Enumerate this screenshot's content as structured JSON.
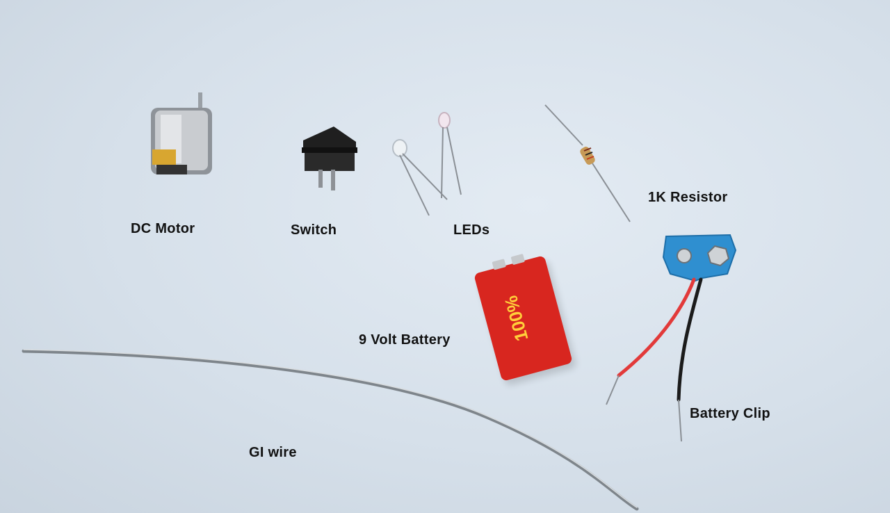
{
  "labels": {
    "dc_motor": "DC Motor",
    "switch": "Switch",
    "leds": "LEDs",
    "resistor": "1K Resistor",
    "battery": "9 Volt Battery",
    "battery_clip": "Battery Clip",
    "gi_wire": "GI wire"
  },
  "battery_print": "100%",
  "colors": {
    "background": "#d9e3ec",
    "battery_red": "#d8261f",
    "clip_blue": "#2f8fd0",
    "wire_red": "#e23a3a",
    "wire_black": "#1b1b1b"
  }
}
